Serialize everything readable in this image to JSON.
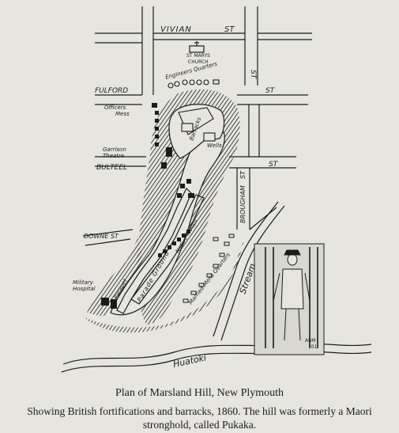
{
  "map": {
    "streets": {
      "vivian": "VIVIAN",
      "vivian_st": "ST",
      "fulford": "FULFORD",
      "fulford_st": "ST",
      "bulteel": "BULTEEL",
      "bulteel_st": "ST",
      "downe": "DOWNE ST",
      "brougham": "BROUGHAM",
      "brougham_st": "ST",
      "east_st": "ST"
    },
    "places": {
      "church_line1": "ST MARYS",
      "church_line2": "CHURCH",
      "engineers_quarters": "Engineers Quarters",
      "officers_mess_line1": "Officers",
      "officers_mess_line2": "Mess",
      "garrison_theatre_line1": "Garrison",
      "garrison_theatre_line2": "Theatre",
      "barracks": "Barracks",
      "wells": "Wells",
      "military_hospital_line1": "Military",
      "military_hospital_line2": "Hospital",
      "parapet": "Parapet",
      "parade_ground": "Parade Ground",
      "native_troops": "Native Troops",
      "married_mens_quarters": "Married Mens Quarters",
      "stream": "Stream",
      "huatoki": "Huatoki"
    },
    "inset": {
      "signature": "ARM",
      "signature_year": "'01"
    }
  },
  "caption": {
    "title": "Plan of Marsland Hill, New Plymouth",
    "description": "Showing British fortifications and barracks, 1860.  The hill was formerly a Maori stronghold, called Pukaka."
  }
}
